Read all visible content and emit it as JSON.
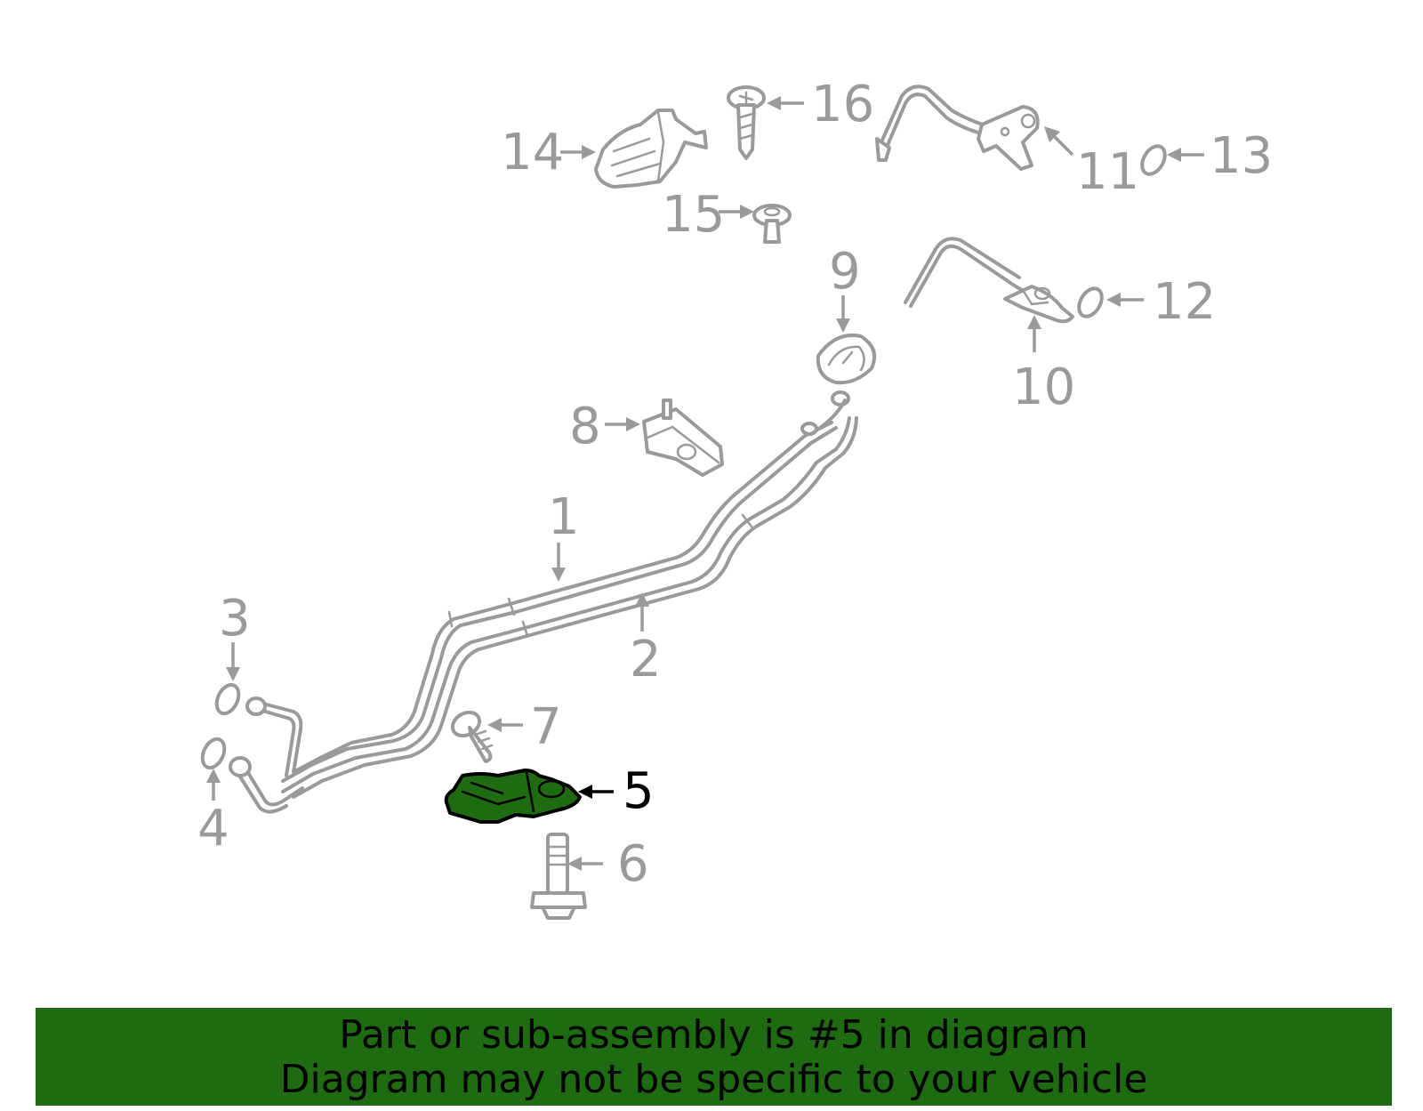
{
  "diagram": {
    "highlighted_part": "5",
    "colors": {
      "part_line": "#9a9a9a",
      "highlight_fill": "#1f6b12",
      "highlight_outline": "#000000",
      "banner_background": "#1f6b12",
      "banner_text": "#000000"
    },
    "callouts": {
      "c1": "1",
      "c2": "2",
      "c3": "3",
      "c4": "4",
      "c5": "5",
      "c6": "6",
      "c7": "7",
      "c8": "8",
      "c9": "9",
      "c10": "10",
      "c11": "11",
      "c12": "12",
      "c13": "13",
      "c14": "14",
      "c15": "15",
      "c16": "16"
    }
  },
  "banner": {
    "line1": "Part or sub-assembly is #5 in diagram",
    "line2": "Diagram may not be specific to your vehicle"
  }
}
